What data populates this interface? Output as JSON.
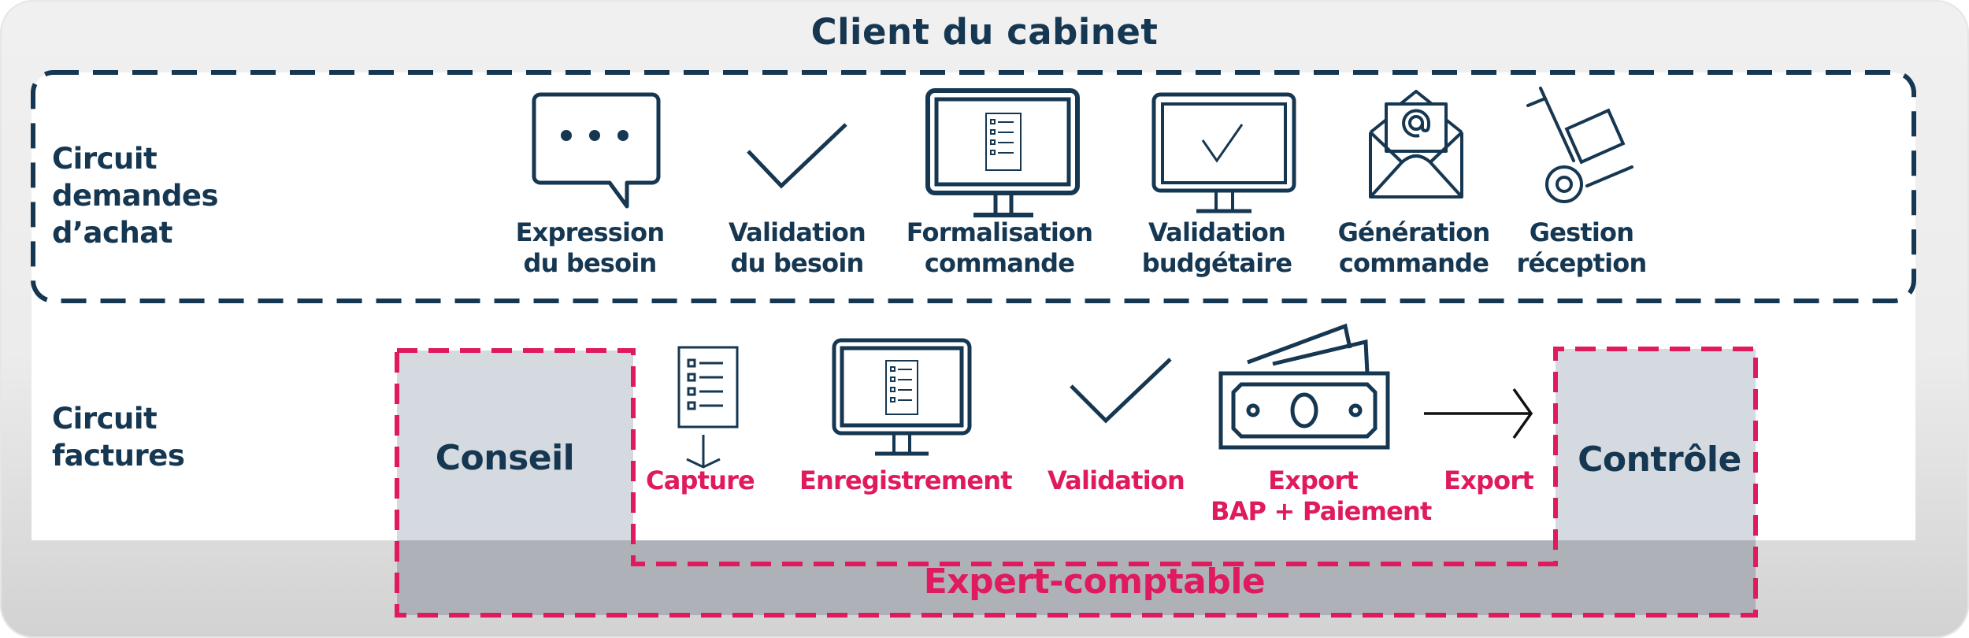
{
  "title": "Client du cabinet",
  "colors": {
    "navy": "#163751",
    "pink": "#e01a5e",
    "box_fill": "#d5dae0",
    "band_fill": "#aeb2b8"
  },
  "purchase_circuit": {
    "label": "Circuit demandes d’achat",
    "label_lines": [
      "Circuit",
      "demandes",
      "d’achat"
    ],
    "steps": [
      {
        "icon": "speech-bubble-icon",
        "lines": [
          "Expression",
          "du besoin"
        ]
      },
      {
        "icon": "checkmark-icon",
        "lines": [
          "Validation",
          "du besoin"
        ]
      },
      {
        "icon": "monitor-form-icon",
        "lines": [
          "Formalisation",
          "commande"
        ]
      },
      {
        "icon": "monitor-check-icon",
        "lines": [
          "Validation",
          "budgétaire"
        ]
      },
      {
        "icon": "email-envelope-icon",
        "lines": [
          "Génération",
          "commande"
        ]
      },
      {
        "icon": "hand-truck-icon",
        "lines": [
          "Gestion",
          "réception"
        ]
      }
    ]
  },
  "invoice_circuit": {
    "label": "Circuit factures",
    "label_lines": [
      "Circuit",
      "factures"
    ],
    "left_box": "Conseil",
    "right_box": "Contrôle",
    "band_label": "Expert-comptable",
    "steps": [
      {
        "icon": "document-download-icon",
        "lines": [
          "Capture"
        ]
      },
      {
        "icon": "monitor-form-icon",
        "lines": [
          "Enregistrement"
        ]
      },
      {
        "icon": "checkmark-icon",
        "lines": [
          "Validation"
        ]
      },
      {
        "icon": "banknotes-icon",
        "lines": [
          "Export",
          "BAP + Paiement"
        ]
      },
      {
        "icon": "arrow-right-icon",
        "lines": [
          "Export"
        ]
      }
    ]
  }
}
